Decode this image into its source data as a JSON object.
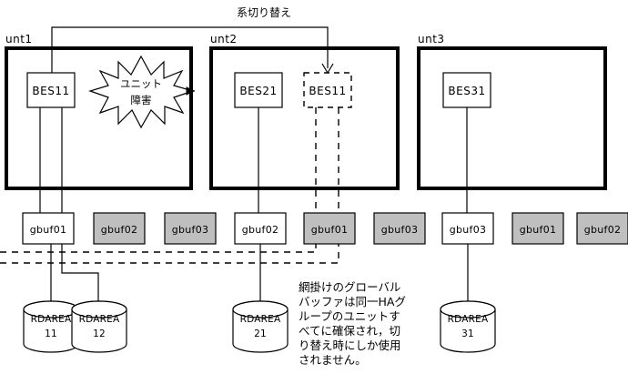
{
  "diagram": {
    "top_label": "系切り替え",
    "units": [
      {
        "id": "unt1",
        "label": "unt1",
        "bes": {
          "label": "BES11",
          "style": "solid"
        }
      },
      {
        "id": "unt2",
        "label": "unt2",
        "bes": {
          "label": "BES21",
          "style": "solid"
        },
        "bes_standby": {
          "label": "BES11",
          "style": "dashed"
        }
      },
      {
        "id": "unt3",
        "label": "unt3",
        "bes": {
          "label": "BES31",
          "style": "solid"
        }
      }
    ],
    "failure_marker": {
      "line1": "ユニット",
      "line2": "障害"
    },
    "gbufs": [
      {
        "label": "gbuf01",
        "shaded": false
      },
      {
        "label": "gbuf02",
        "shaded": true
      },
      {
        "label": "gbuf03",
        "shaded": true
      },
      {
        "label": "gbuf02",
        "shaded": false
      },
      {
        "label": "gbuf01",
        "shaded": true
      },
      {
        "label": "gbuf03",
        "shaded": true
      },
      {
        "label": "gbuf03",
        "shaded": false
      },
      {
        "label": "gbuf01",
        "shaded": true
      },
      {
        "label": "gbuf02",
        "shaded": true
      }
    ],
    "rdareas": [
      {
        "line1": "RDAREA",
        "line2": "11"
      },
      {
        "line1": "RDAREA",
        "line2": "12"
      },
      {
        "line1": "RDAREA",
        "line2": "21"
      },
      {
        "line1": "RDAREA",
        "line2": "31"
      }
    ],
    "caption": {
      "lines": [
        "網掛けのグローバル",
        "バッファは同一HAグ",
        "ループのユニットす",
        "べてに確保され，切",
        "り替え時にしか使用",
        "されません。"
      ]
    },
    "colors": {
      "shaded_fill": "#bfbfbf",
      "plain_fill": "#ffffff",
      "stroke": "#000000"
    }
  }
}
